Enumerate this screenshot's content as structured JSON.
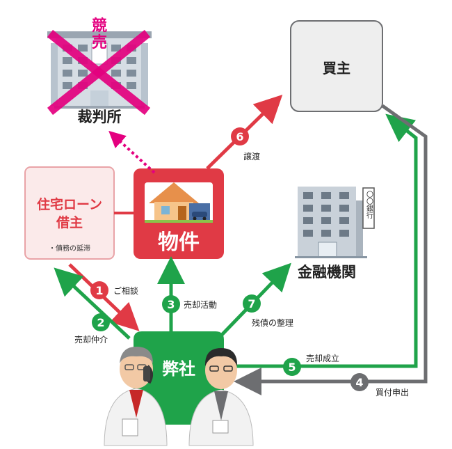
{
  "court": {
    "label": "裁判所",
    "auction_char_1": "競",
    "auction_char_2": "売"
  },
  "buyer": {
    "label": "買主"
  },
  "debtor": {
    "label_line1": "住宅ローン",
    "label_line2": "借主",
    "note": "・債務の延滞"
  },
  "property": {
    "label": "物件"
  },
  "bank": {
    "label": "金融機関",
    "sign_text": "〇〇銀行"
  },
  "company": {
    "label": "弊社"
  },
  "steps": [
    {
      "number": "1",
      "label": "ご相談"
    },
    {
      "number": "2",
      "label": "売却仲介"
    },
    {
      "number": "3",
      "label": "売却活動"
    },
    {
      "number": "4",
      "label": "買付申出"
    },
    {
      "number": "5",
      "label": "売却成立"
    },
    {
      "number": "6",
      "label": "譲渡"
    },
    {
      "number": "7",
      "label": "残債の整理"
    }
  ],
  "colors": {
    "red": "#e03a45",
    "green": "#1fa34a",
    "gray": "#6d6e71",
    "magenta": "#e4007f",
    "pink_box": "#fbeaea",
    "light_gray_box": "#eeeeee"
  }
}
